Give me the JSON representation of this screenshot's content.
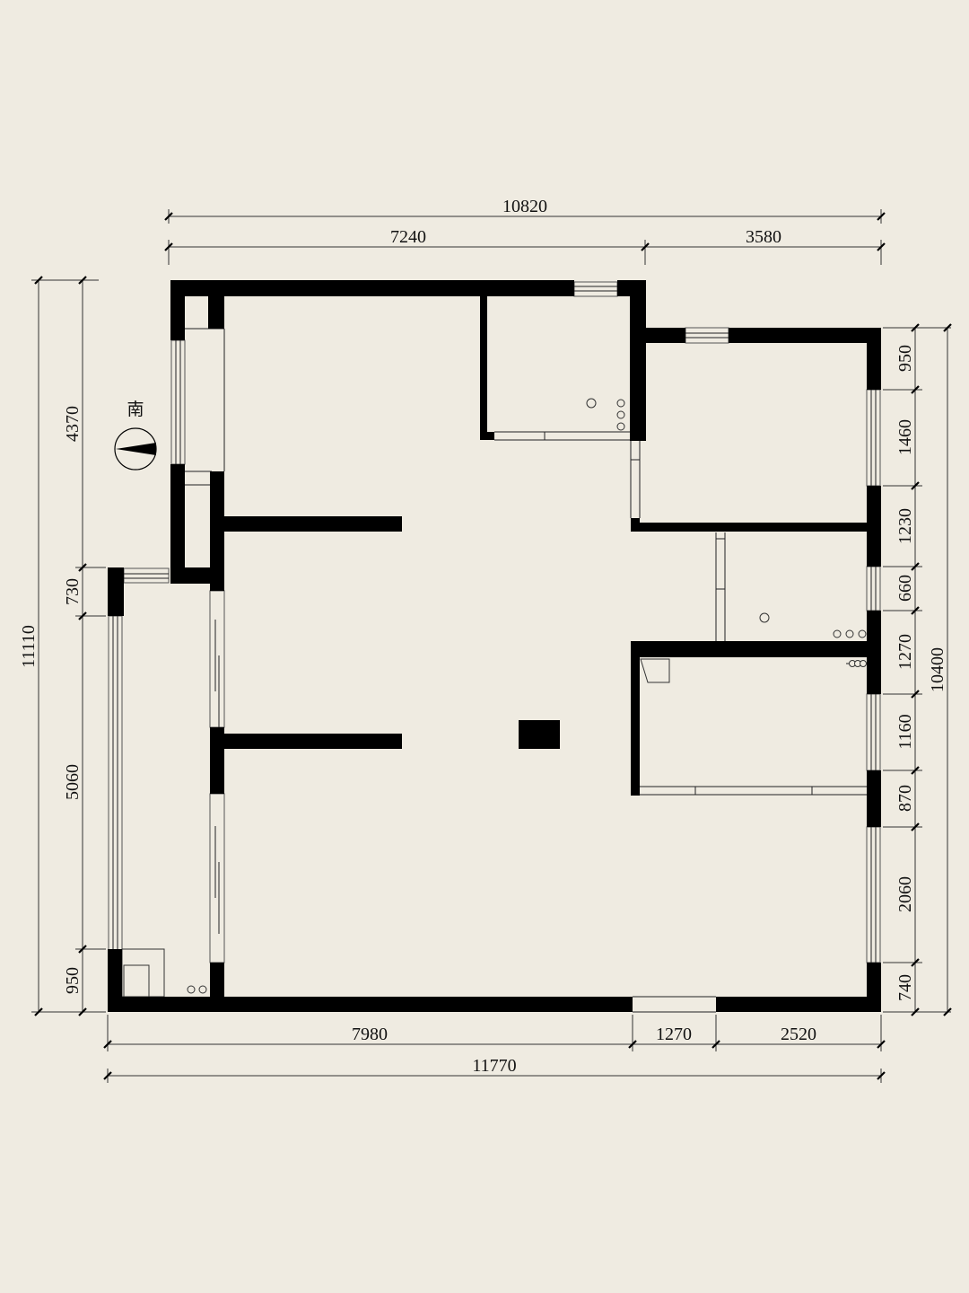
{
  "compass": {
    "label": "南"
  },
  "colors": {
    "background": "#efebe1",
    "wall": "#000000",
    "line": "#333333"
  },
  "dimensions": {
    "top_total": "10820",
    "top_left": "7240",
    "top_right": "3580",
    "bottom_left": "7980",
    "bottom_mid": "1270",
    "bottom_right": "2520",
    "bottom_total": "11770",
    "left_total": "11110",
    "left_top": "4370",
    "left_upper_mid": "730",
    "left_lower_mid": "5060",
    "left_bottom": "950",
    "right_total": "10400",
    "right_segments": [
      "950",
      "1460",
      "1230",
      "660",
      "1270",
      "1160",
      "870",
      "2060",
      "740"
    ]
  }
}
